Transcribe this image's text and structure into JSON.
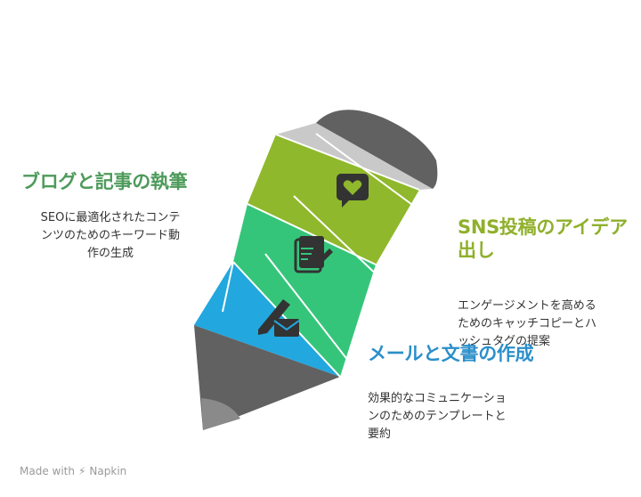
{
  "diagram": {
    "colors": {
      "cap": "#616161",
      "band_light": "#c9c9c9",
      "ferrule": "#808080",
      "lime": "#8fb82c",
      "green": "#35c57a",
      "blue": "#22a7df",
      "lead": "#616161",
      "icon": "#333333"
    },
    "icons": [
      "heart-message-icon",
      "document-pen-icon",
      "mail-pen-icon"
    ]
  },
  "blocks": {
    "blog": {
      "title": "ブログと記事の執筆",
      "desc_lines": [
        "SEOに最適化されたコンテ",
        "ンツのためのキーワード動",
        "作の生成"
      ]
    },
    "sns": {
      "title_lines": [
        "SNS投稿のアイデア",
        "出し"
      ],
      "desc_lines": [
        "エンゲージメントを高める",
        "ためのキャッチコピーとハ",
        "ッシュタグの提案"
      ]
    },
    "mail": {
      "title": "メールと文書の作成",
      "desc_lines": [
        "効果的なコミュニケーショ",
        "ンのためのテンプレートと",
        "要約"
      ]
    }
  },
  "footer": {
    "made_with": "Made with",
    "brand": "Napkin"
  }
}
